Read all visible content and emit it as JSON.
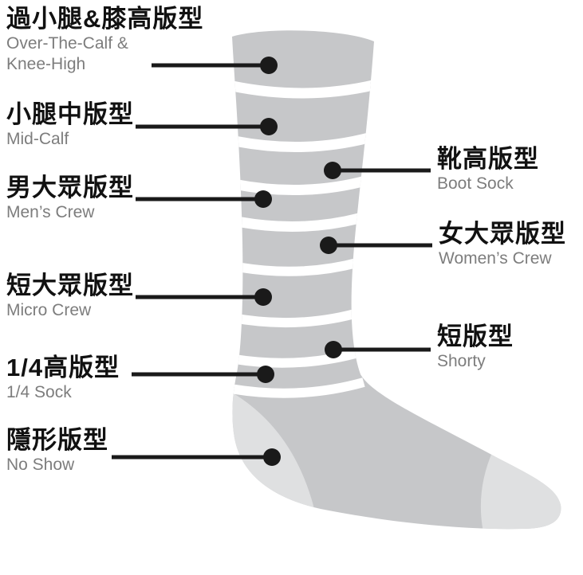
{
  "diagram": {
    "subject": "sock-height-style-guide",
    "colors": {
      "sock_gray": "#c6c7c9",
      "sock_light": "#dfe0e1",
      "marker_black": "#1a1a1a",
      "label_zh_color": "#111111",
      "label_en_color": "#7d7d7d"
    },
    "callouts": {
      "left": [
        {
          "zh": "過小腿&膝高版型",
          "en": "Over-The-Calf & Knee-High"
        },
        {
          "zh": "小腿中版型",
          "en": "Mid-Calf"
        },
        {
          "zh": "男大眾版型",
          "en": "Men’s Crew"
        },
        {
          "zh": "短大眾版型",
          "en": "Micro Crew"
        },
        {
          "zh": "1/4高版型",
          "en": "1/4 Sock"
        },
        {
          "zh": "隱形版型",
          "en": "No Show"
        }
      ],
      "right": [
        {
          "zh": "靴高版型",
          "en": "Boot Sock"
        },
        {
          "zh": "女大眾版型",
          "en": "Women’s Crew"
        },
        {
          "zh": "短版型",
          "en": "Shorty"
        }
      ]
    }
  }
}
